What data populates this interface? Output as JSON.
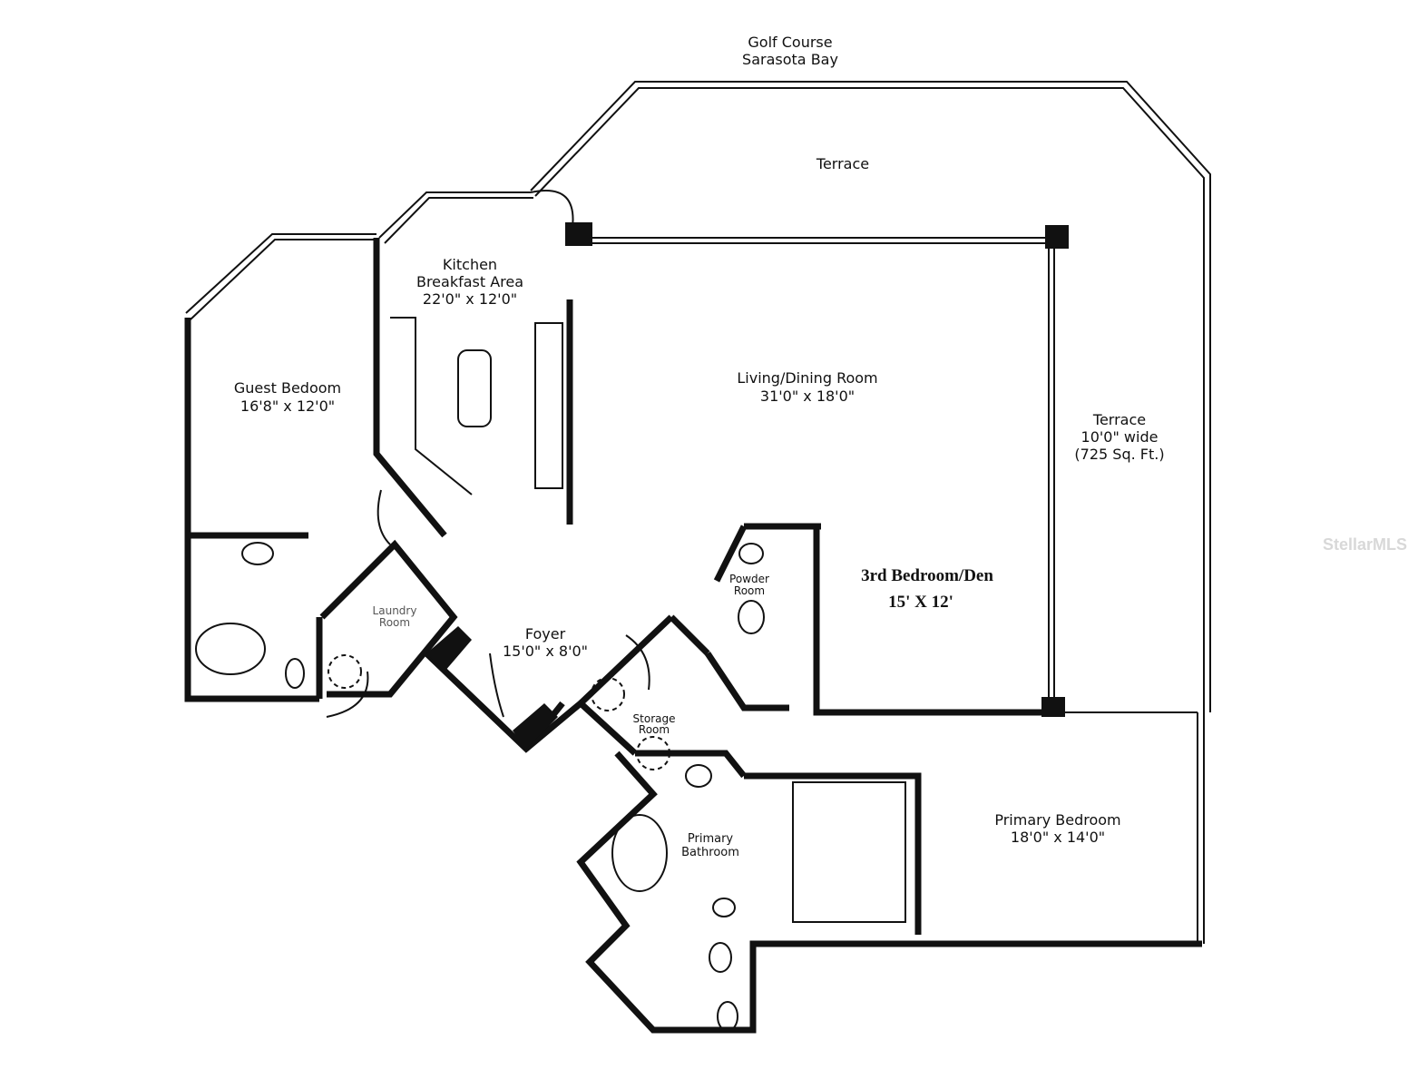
{
  "view": {
    "line1": "Golf Course",
    "line2": "Sarasota Bay"
  },
  "rooms": {
    "terrace_top": {
      "name": "Terrace"
    },
    "kitchen": {
      "name1": "Kitchen",
      "name2": "Breakfast Area",
      "size": "22'0\" x 12'0\""
    },
    "guest_bedroom": {
      "name": "Guest Bedoom",
      "size": "16'8\" x 12'0\""
    },
    "living": {
      "name": "Living/Dining Room",
      "size": "31'0\" x 18'0\""
    },
    "terrace_side": {
      "name": "Terrace",
      "width": "10'0\" wide",
      "area": "(725 Sq. Ft.)"
    },
    "den": {
      "name": "3rd Bedroom/Den",
      "size": "15' X 12'"
    },
    "powder": {
      "name1": "Powder",
      "name2": "Room"
    },
    "laundry": {
      "name1": "Laundry",
      "name2": "Room"
    },
    "foyer": {
      "name": "Foyer",
      "size": "15'0\" x 8'0\""
    },
    "storage": {
      "name1": "Storage",
      "name2": "Room"
    },
    "primary_bath": {
      "name1": "Primary",
      "name2": "Bathroom"
    },
    "primary_bedroom": {
      "name": "Primary Bedroom",
      "size": "18'0\" x 14'0\""
    }
  },
  "watermark": "StellarMLS",
  "colors": {
    "wall": "#111111",
    "background": "#ffffff"
  }
}
